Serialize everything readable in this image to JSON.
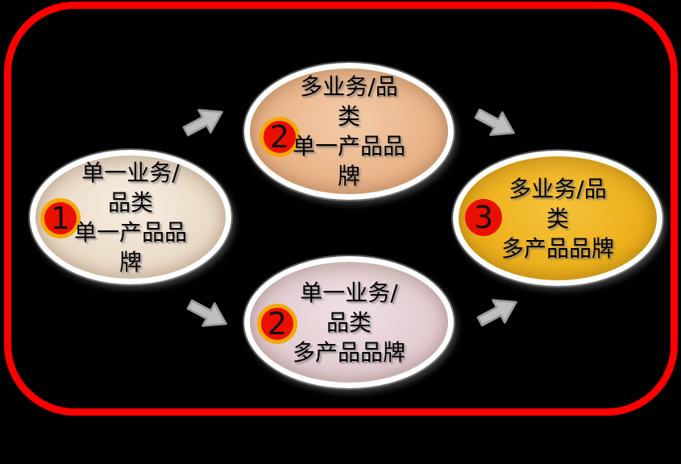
{
  "diagram": {
    "title": "brand-architecture-stages-flow",
    "background_color": "#000000",
    "frame_border_color": "#FE0000",
    "arrow_color": "#BFBFBF",
    "arrow_outline_color": "#9C9C9C",
    "badge_fill_color": "#EA1000",
    "badge_ring_color": "#F6A70B",
    "nodes": [
      {
        "badge": "1",
        "lines": [
          "单一业务/",
          "品类",
          "单一产品品",
          "牌"
        ],
        "fill": "#EBDCCA"
      },
      {
        "badge": "2",
        "lines": [
          "多业务/品",
          "类",
          "单一产品品",
          "牌"
        ],
        "fill": "#EAB58B"
      },
      {
        "badge": "2",
        "lines": [
          "单一业务/",
          "品类",
          "多产品品牌"
        ],
        "fill": "#E3CED2"
      },
      {
        "badge": "3",
        "lines": [
          "多业务/品",
          "类",
          "多产品品牌"
        ],
        "fill": "#EDB11E"
      }
    ],
    "arrows": [
      {
        "from": "stage-1",
        "to": "stage-2a",
        "direction": "up-right"
      },
      {
        "from": "stage-1",
        "to": "stage-2b",
        "direction": "down-right"
      },
      {
        "from": "stage-2a",
        "to": "stage-3",
        "direction": "down-right"
      },
      {
        "from": "stage-2b",
        "to": "stage-3",
        "direction": "up-right"
      }
    ]
  }
}
